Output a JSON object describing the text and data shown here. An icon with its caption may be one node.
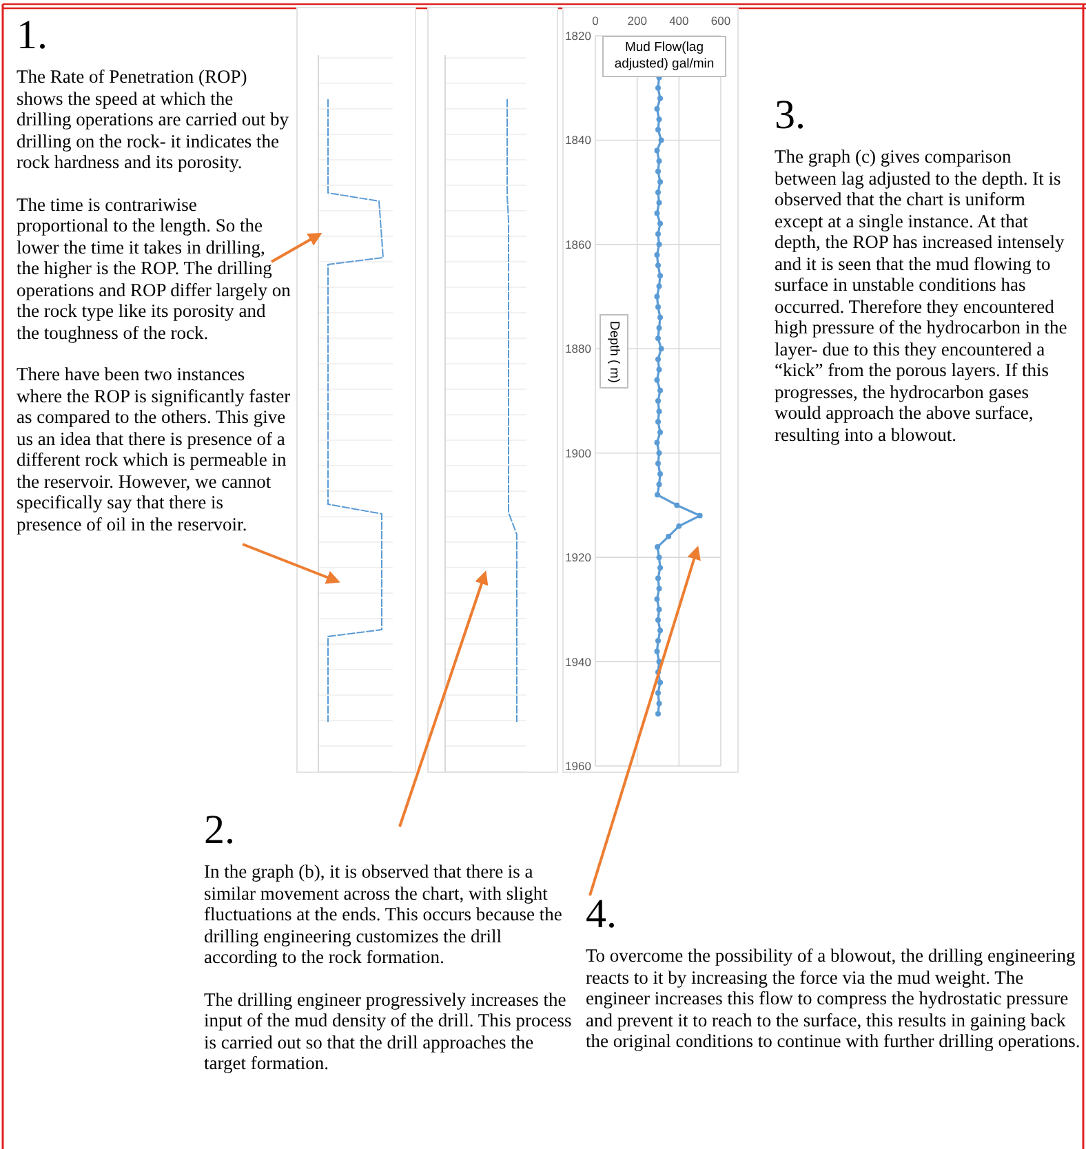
{
  "diagram": {
    "nodes": [
      {
        "text": [
          "1.",
          "The Rate of Penetration (ROP) shows the speed at which the drilling operations are carried out by drilling on the rock- it indicates the rock hardness and its porosity.",
          "The time is contrariwise proportional to the length. So the lower the time it takes in drilling, the higher is the ROP. The drilling operations and ROP differ largely on the rock type like its porosity and the toughness of the rock.",
          "There have been two instances where the ROP is significantly faster as compared to the others. This give us an idea that there is presence of a different rock which is permeable in the reservoir. However, we cannot specifically say that there is presence of oil in the reservoir."
        ]
      },
      {
        "text": [
          "2.",
          "In the graph (b), it is observed that there is a similar movement across the chart, with slight fluctuations at the ends. This occurs because the drilling engineering customizes the drill according to the rock formation.",
          "The drilling engineer progressively increases the input of the mud density of the drill. This process is carried out so that the drill approaches the target formation."
        ]
      },
      {
        "text": [
          "3.",
          "The graph (c) gives comparison between lag adjusted to the depth. It is observed that the chart is uniform except at a single instance. At that depth, the ROP has increased intensely and it is seen that the mud flowing to surface in unstable conditions has occurred. Therefore they encountered high pressure of the hydrocarbon in the layer- due to this they encountered a “kick” from the porous layers. If this progresses, the hydrocarbon gases would approach the above surface, resulting into a blowout."
        ]
      },
      {
        "text": [
          "4.",
          "To overcome the possibility of a blowout, the drilling engineering reacts to it by increasing the force via the mud weight. The engineer increases this flow to compress the hydrostatic pressure and prevent it to reach to the surface, this results in gaining back the original conditions to continue with further drilling operations."
        ]
      },
      {
        "text": [],
        "shape": "chart"
      },
      {
        "text": [],
        "shape": "chart"
      },
      {
        "text": [],
        "shape": "chart"
      }
    ],
    "edges": [
      {
        "from": 0,
        "to": 4,
        "arrow": "to"
      },
      {
        "from": 0,
        "to": 4,
        "arrow": "to"
      },
      {
        "from": 1,
        "to": 5,
        "arrow": "to"
      },
      {
        "from": 3,
        "to": 6,
        "arrow": "to"
      }
    ],
    "chart_data": {
      "type": "line",
      "ylabel": "Depth ( m)",
      "grid": true,
      "x": [
        305,
        300,
        310,
        295,
        305,
        300,
        315,
        295,
        305,
        300,
        310,
        300,
        305,
        295,
        310,
        300,
        305,
        295,
        300,
        310,
        305,
        295,
        300,
        310,
        305,
        300,
        315,
        300,
        305,
        295,
        310,
        300,
        305,
        300,
        310,
        295,
        305,
        300,
        310,
        305,
        297,
        390,
        500,
        400,
        350,
        297,
        305,
        310,
        300,
        305,
        295,
        305,
        300,
        310,
        300,
        295,
        305,
        300,
        310,
        300,
        305,
        300
      ],
      "series": [
        {
          "name": "Mud Flow(lag adjusted) gal/min",
          "color": "#5b9bd5",
          "marker": "circle",
          "values": [
            1828,
            1830,
            1832,
            1834,
            1836,
            1838,
            1840,
            1842,
            1844,
            1846,
            1848,
            1850,
            1852,
            1854,
            1856,
            1858,
            1860,
            1862,
            1864,
            1866,
            1868,
            1870,
            1872,
            1874,
            1876,
            1878,
            1880,
            1882,
            1884,
            1886,
            1888,
            1890,
            1892,
            1894,
            1896,
            1898,
            1900,
            1902,
            1904,
            1906,
            1908,
            1910,
            1912,
            1914,
            1916,
            1918,
            1920,
            1922,
            1924,
            1926,
            1928,
            1930,
            1932,
            1934,
            1936,
            1938,
            1940,
            1942,
            1944,
            1946,
            1948,
            1950
          ]
        }
      ],
      "xlim": [
        0,
        600
      ],
      "ylim": [
        1960,
        1820
      ],
      "xticks": [
        0,
        200,
        400,
        600
      ],
      "yticks": [
        1820,
        1840,
        1860,
        1880,
        1900,
        1920,
        1940,
        1960
      ]
    }
  }
}
